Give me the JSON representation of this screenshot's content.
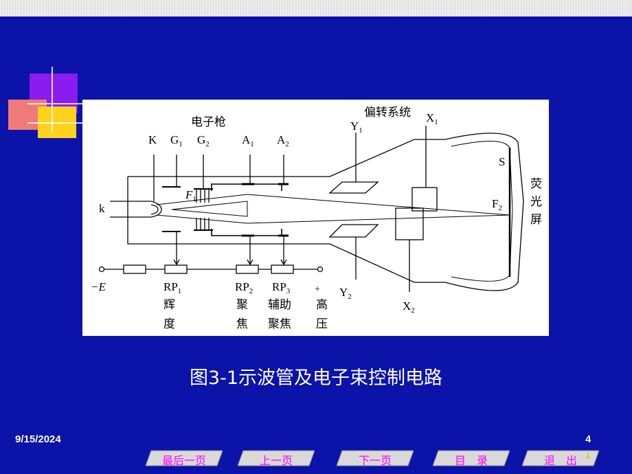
{
  "slide": {
    "caption": "图3-1示波管及电子束控制电路",
    "date": "9/15/2024",
    "page_number": "4",
    "background_color": "#0b13a8"
  },
  "figure": {
    "electron_gun": "电子枪",
    "deflection_system": "偏转系统",
    "screen_name_1": "荧",
    "screen_name_2": "光",
    "screen_name_3": "屏",
    "K": "K",
    "G": "G",
    "sub1": "1",
    "sub2": "2",
    "sub3": "3",
    "A": "A",
    "Y": "Y",
    "X": "X",
    "S": "S",
    "F": "F",
    "k": "k",
    "minusE": "−E",
    "plus": "+",
    "RP": "RP",
    "brightness_1": "辉",
    "brightness_2": "度",
    "focus_1": "聚",
    "focus_2": "焦",
    "aux_focus_top": "辅助",
    "aux_focus_bottom": "聚焦",
    "high_voltage_1": "高",
    "high_voltage_2": "压"
  },
  "nav": {
    "last": "最后一页",
    "prev": "上一页",
    "next": "下一页",
    "toc": "目　录",
    "exit": "退　出"
  }
}
